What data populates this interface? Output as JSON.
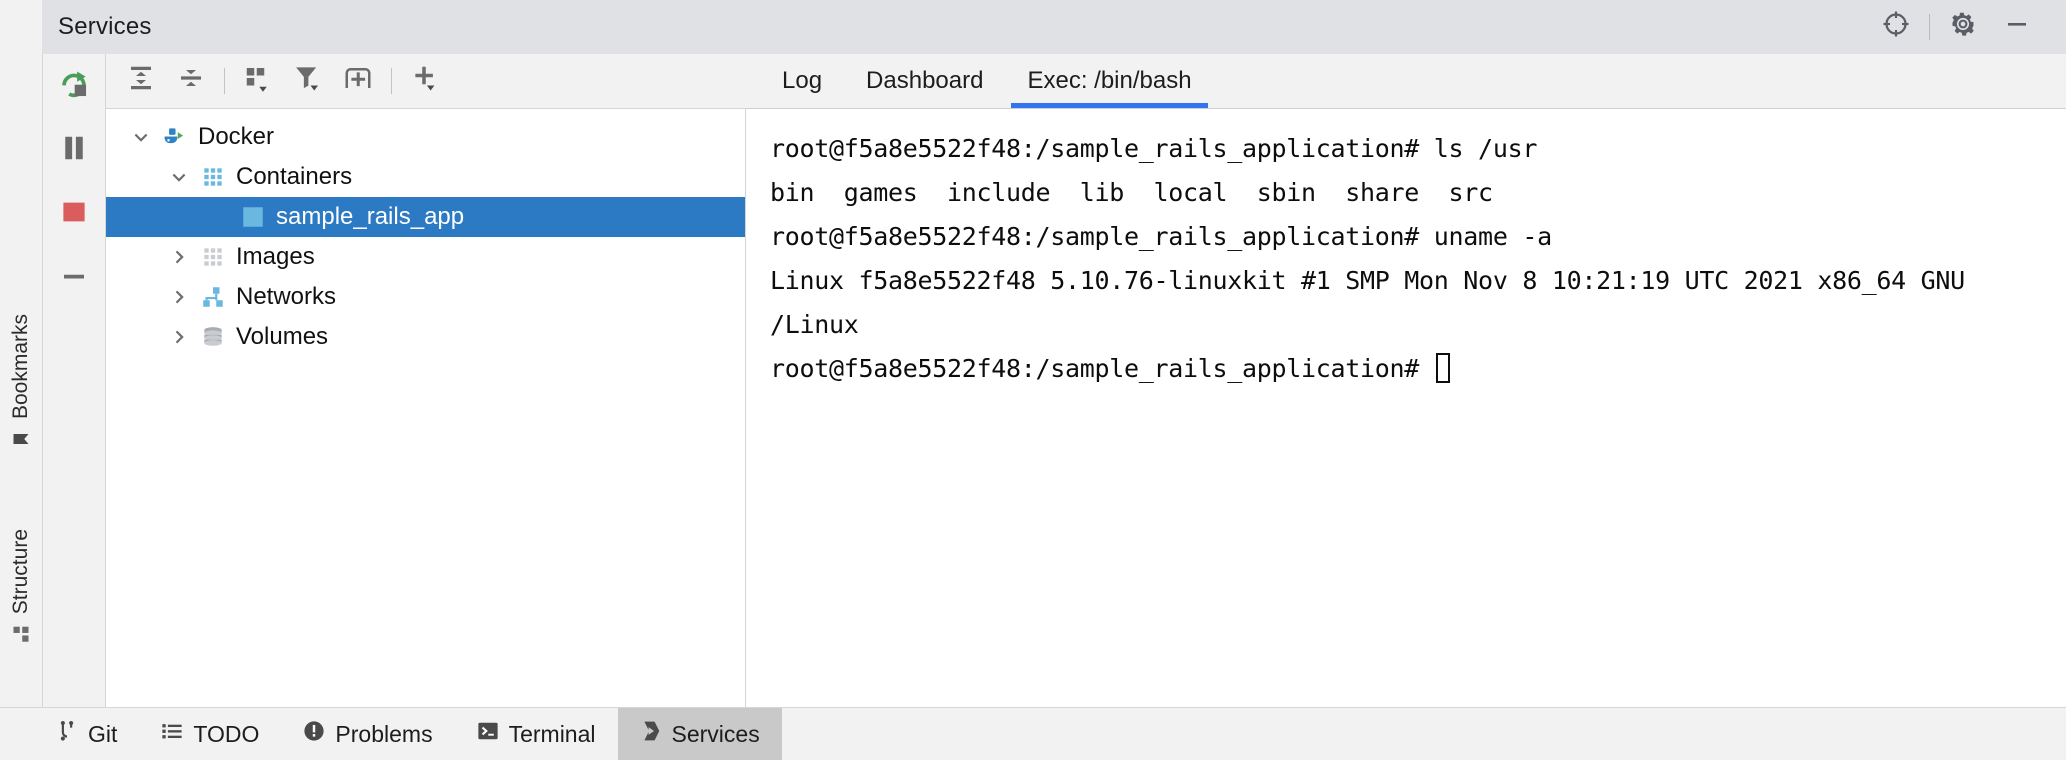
{
  "window": {
    "title": "Services",
    "header_buttons": [
      {
        "name": "locate-target-icon",
        "label": ""
      },
      {
        "name": "settings-gear-icon",
        "label": ""
      },
      {
        "name": "minimize-icon",
        "label": ""
      }
    ]
  },
  "left_strip": {
    "tabs": [
      {
        "label": "Bookmarks",
        "icon": "bookmark-icon"
      },
      {
        "label": "Structure",
        "icon": "structure-icon"
      }
    ]
  },
  "run_controls": [
    {
      "name": "rerun-button",
      "title": "Rerun"
    },
    {
      "name": "pause-button",
      "title": "Pause"
    },
    {
      "name": "stop-button",
      "title": "Stop"
    },
    {
      "name": "minus-button",
      "title": "Hide"
    }
  ],
  "tree_toolbar": [
    {
      "name": "expand-all-button",
      "title": "Expand All"
    },
    {
      "name": "collapse-all-button",
      "title": "Collapse All"
    },
    {
      "name": "group-by-button",
      "title": "Group By"
    },
    {
      "name": "filter-button",
      "title": "Filter"
    },
    {
      "name": "add-tab-button",
      "title": "Open in New Tab"
    },
    {
      "name": "add-service-button",
      "title": "Add Service"
    }
  ],
  "tree": {
    "nodes": [
      {
        "label": "Docker",
        "icon": "docker-icon",
        "depth": 0,
        "twist": "expanded",
        "selected": false
      },
      {
        "label": "Containers",
        "icon": "containers-icon",
        "depth": 1,
        "twist": "expanded",
        "selected": false
      },
      {
        "label": "sample_rails_app",
        "icon": "container-running-icon",
        "depth": 2,
        "twist": "none",
        "selected": true
      },
      {
        "label": "Images",
        "icon": "images-icon",
        "depth": 1,
        "twist": "collapsed",
        "selected": false
      },
      {
        "label": "Networks",
        "icon": "networks-icon",
        "depth": 1,
        "twist": "collapsed",
        "selected": false
      },
      {
        "label": "Volumes",
        "icon": "volumes-icon",
        "depth": 1,
        "twist": "collapsed",
        "selected": false
      }
    ]
  },
  "tabs": [
    {
      "label": "Log",
      "active": false
    },
    {
      "label": "Dashboard",
      "active": false
    },
    {
      "label": "Exec: /bin/bash",
      "active": true
    }
  ],
  "terminal": {
    "lines": [
      "root@f5a8e5522f48:/sample_rails_application# ls /usr",
      "bin  games  include  lib  local  sbin  share  src",
      "root@f5a8e5522f48:/sample_rails_application# uname -a",
      "Linux f5a8e5522f48 5.10.76-linuxkit #1 SMP Mon Nov 8 10:21:19 UTC 2021 x86_64 GNU",
      "/Linux"
    ],
    "prompt": "root@f5a8e5522f48:/sample_rails_application# "
  },
  "status_bar": {
    "items": [
      {
        "label": "Git",
        "icon": "git-branch-icon",
        "active": false
      },
      {
        "label": "TODO",
        "icon": "todo-list-icon",
        "active": false
      },
      {
        "label": "Problems",
        "icon": "problems-icon",
        "active": false
      },
      {
        "label": "Terminal",
        "icon": "terminal-icon",
        "active": false
      },
      {
        "label": "Services",
        "icon": "services-icon",
        "active": true
      }
    ]
  },
  "colors": {
    "header_bg": "#dfe1e5",
    "panel_bg": "#f2f2f2",
    "selection": "#2c7ac4",
    "tab_underline": "#3574f0",
    "run_green": "#59a869",
    "stop_red": "#db5c5c",
    "docker_blue": "#6ab7e0"
  }
}
